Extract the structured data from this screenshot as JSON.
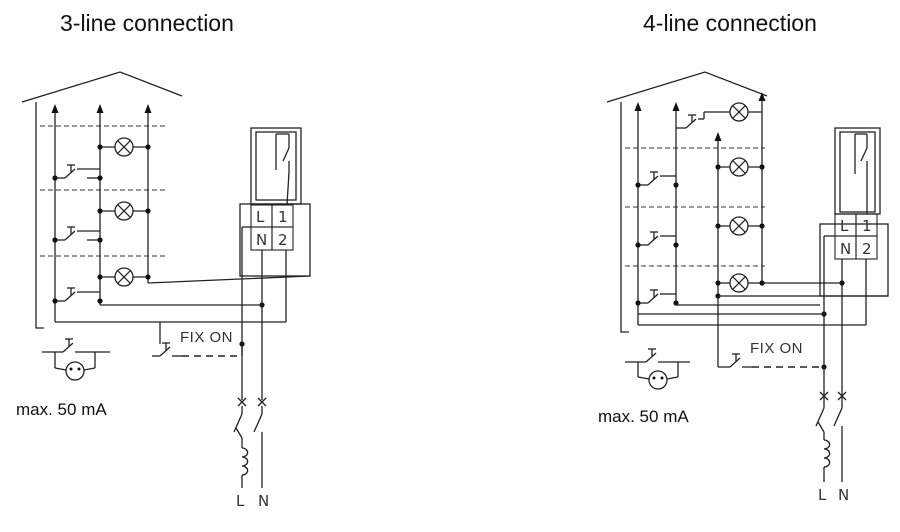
{
  "diagrams": [
    {
      "title": "3-line connection",
      "terminals": [
        "L",
        "1",
        "N",
        "2"
      ],
      "fix_on_label": "FIX ON",
      "current_note": "max. 50 mA",
      "supply_labels": [
        "L",
        "N"
      ]
    },
    {
      "title": "4-line connection",
      "terminals": [
        "L",
        "1",
        "N",
        "2"
      ],
      "fix_on_label": "FIX ON",
      "current_note": "max. 50 mA",
      "supply_labels": [
        "L",
        "N"
      ]
    }
  ]
}
